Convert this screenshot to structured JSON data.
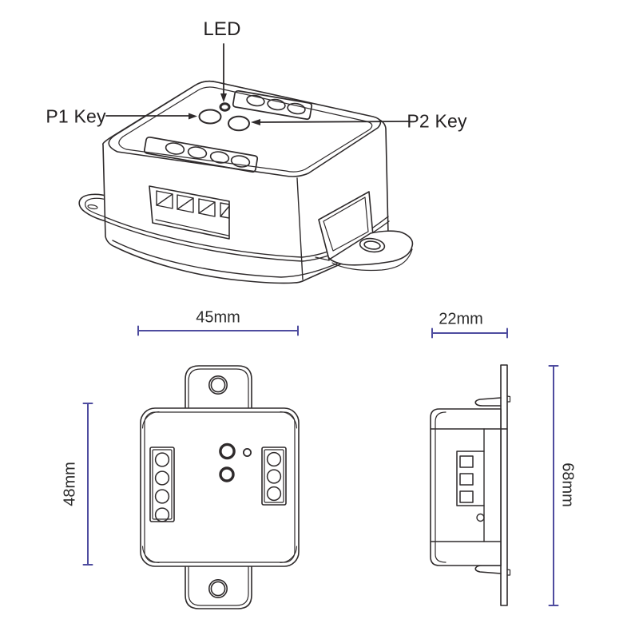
{
  "perspective_view": {
    "led_label": "LED",
    "p1_label": "P1 Key",
    "p2_label": "P2 Key"
  },
  "front_view": {
    "width_dim": "45mm",
    "height_dim": "48mm"
  },
  "side_view": {
    "depth_dim": "22mm",
    "height_dim": "68mm"
  },
  "colors": {
    "drawing_line": "#2e2a2b",
    "dimension_line": "#4e4c9f",
    "label_text": "#242122",
    "background": "#ffffff"
  }
}
